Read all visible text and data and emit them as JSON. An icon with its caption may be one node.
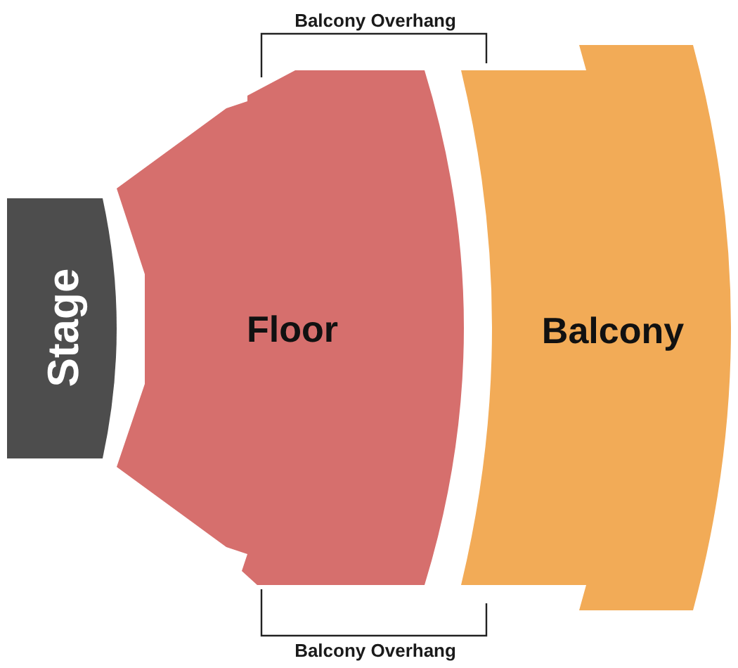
{
  "diagram": {
    "nodes": [
      {
        "text": [
          "Stage"
        ]
      },
      {
        "text": [
          "Floor"
        ]
      },
      {
        "text": [
          "Balcony"
        ]
      }
    ],
    "labels": [
      "Balcony Overhang",
      "Balcony Overhang"
    ]
  }
}
